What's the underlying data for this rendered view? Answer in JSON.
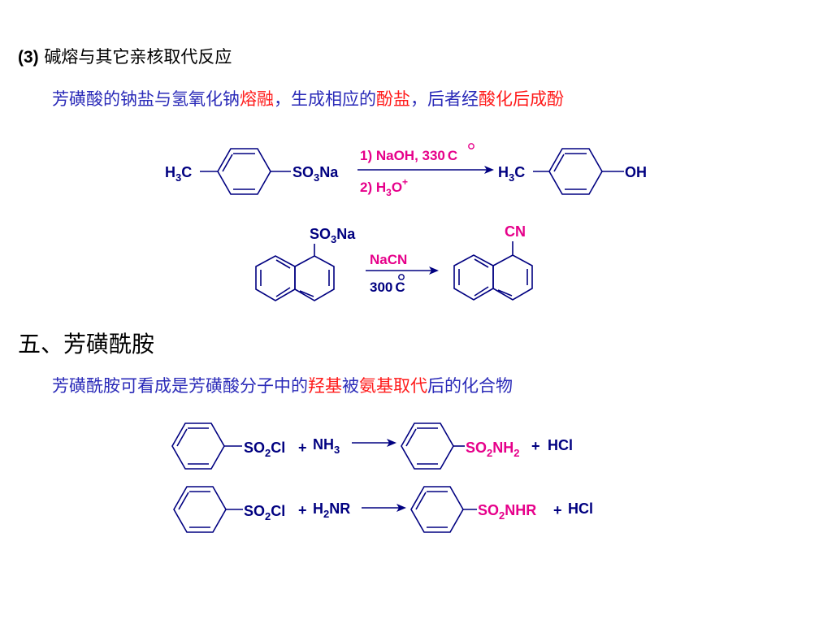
{
  "section3": {
    "number": "(3)",
    "title": "碱熔与其它亲核取代反应",
    "line_parts": [
      "芳磺酸的钠盐与氢氧化钠",
      "熔融",
      "，生成相应的",
      "酚盐",
      "，后者经",
      "酸化后成酚"
    ]
  },
  "reaction1": {
    "reactant_left": "H3C",
    "reactant_right": "SO3Na",
    "condition1": "1) NaOH, 330",
    "condition1_unit": "C",
    "condition2": "2) H3O+",
    "product_left": "H3C",
    "product_right": "OH"
  },
  "reaction2": {
    "reactant_group": "SO3Na",
    "reagent": "NaCN",
    "temperature": "300",
    "temperature_unit": "C",
    "product_group": "CN"
  },
  "section5": {
    "title": "五、芳磺酰胺",
    "line_parts": [
      "芳磺酰胺可看成是芳磺酸分子中的",
      "羟基",
      "被",
      "氨基取代",
      "后的化合物"
    ]
  },
  "reaction3": {
    "reactant": "SO2Cl",
    "plus1": "+",
    "reagent": "NH3",
    "product": "SO2NH2",
    "plus2": "+",
    "byproduct": "HCl"
  },
  "reaction4": {
    "reactant": "SO2Cl",
    "plus1": "+",
    "reagent": "H2NR",
    "product": "SO2NHR",
    "plus2": "+",
    "byproduct": "HCl"
  },
  "colors": {
    "text_blue": "#2a2ab8",
    "emphasis_red": "#ff1a1a",
    "reagent_magenta": "#e6008a",
    "structure_navy": "#000080"
  }
}
